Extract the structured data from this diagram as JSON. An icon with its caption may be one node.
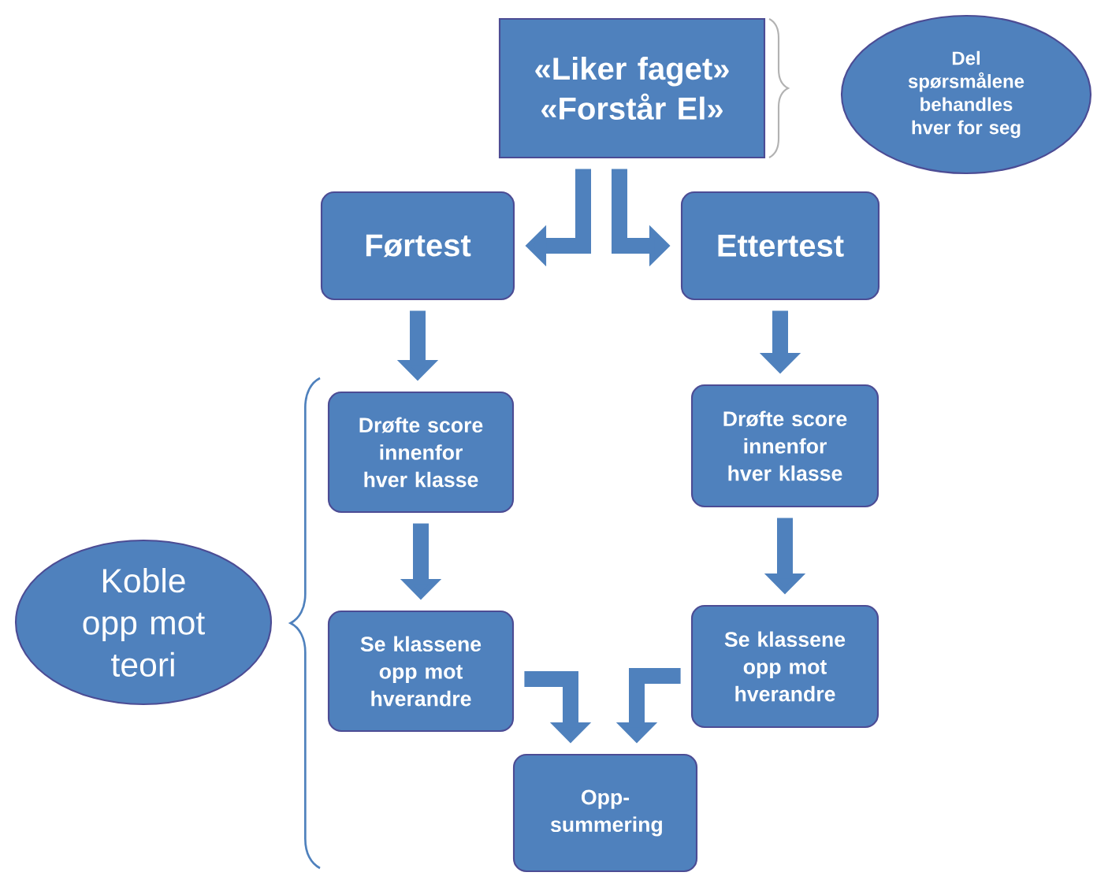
{
  "diagram": {
    "nodes": [
      {
        "text": [
          "«Liker faget»",
          "«Forstår El»"
        ]
      },
      {
        "text": [
          "Del spørsmålene behandles hver for seg"
        ]
      },
      {
        "text": [
          "Førtest"
        ]
      },
      {
        "text": [
          "Ettertest"
        ]
      },
      {
        "text": [
          "Drøfte score innenfor hver klasse"
        ]
      },
      {
        "text": [
          "Drøfte score innenfor hver klasse"
        ]
      },
      {
        "text": [
          "Se klassene opp mot hverandre"
        ]
      },
      {
        "text": [
          "Se klassene opp mot hverandre"
        ]
      },
      {
        "text": [
          "Opp- summering"
        ]
      },
      {
        "text": [
          "Koble opp mot teori"
        ]
      }
    ],
    "edges": [
      {
        "from": 0,
        "to": 2,
        "arrow": "to"
      },
      {
        "from": 0,
        "to": 3,
        "arrow": "to"
      },
      {
        "from": 2,
        "to": 4,
        "arrow": "to"
      },
      {
        "from": 3,
        "to": 5,
        "arrow": "to"
      },
      {
        "from": 4,
        "to": 6,
        "arrow": "to"
      },
      {
        "from": 5,
        "to": 7,
        "arrow": "to"
      },
      {
        "from": 6,
        "to": 8,
        "arrow": "to"
      },
      {
        "from": 7,
        "to": 8,
        "arrow": "to"
      }
    ]
  }
}
